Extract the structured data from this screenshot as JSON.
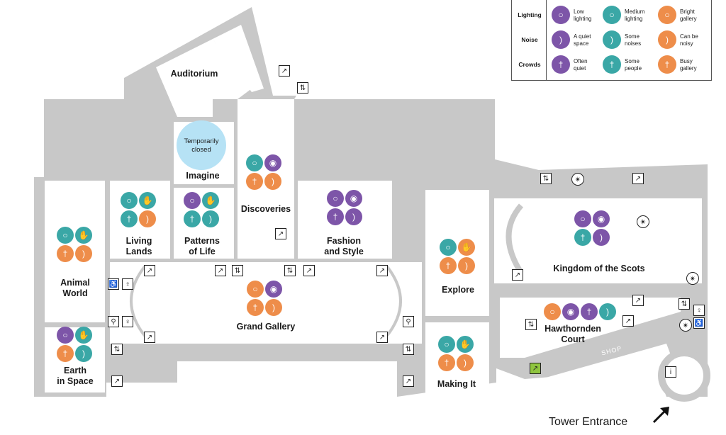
{
  "rooms": {
    "auditorium": "Auditorium",
    "imagine": "Imagine",
    "temporarily_closed": "Temporarily closed",
    "discoveries": "Discoveries",
    "living_lands": "Living\nLands",
    "patterns_of_life": "Patterns\nof Life",
    "fashion_and_style": "Fashion\nand Style",
    "animal_world": "Animal\nWorld",
    "grand_gallery": "Grand Gallery",
    "earth_in_space": "Earth\nin Space",
    "explore": "Explore",
    "kingdom_of_the_scots": "Kingdom of the Scots",
    "hawthornden_court": "Hawthornden\nCourt",
    "making_it": "Making It",
    "shop": "SHOP",
    "tower_entrance": "Tower Entrance"
  },
  "legend": {
    "rows": [
      {
        "category": "Lighting",
        "items": [
          {
            "text": "Low\nlighting",
            "color": "purple",
            "icon": "lightbulb-icon"
          },
          {
            "text": "Medium\nlighting",
            "color": "teal",
            "icon": "lightbulb-icon"
          },
          {
            "text": "Bright\ngallery",
            "color": "orange",
            "icon": "lightbulb-icon"
          }
        ]
      },
      {
        "category": "Noise",
        "items": [
          {
            "text": "A quiet\nspace",
            "color": "purple",
            "icon": "ear-icon"
          },
          {
            "text": "Some\nnoises",
            "color": "teal",
            "icon": "ear-icon"
          },
          {
            "text": "Can be\nnoisy",
            "color": "orange",
            "icon": "ear-icon"
          }
        ]
      },
      {
        "category": "Crowds",
        "items": [
          {
            "text": "Often\nquiet",
            "color": "purple",
            "icon": "people-icon"
          },
          {
            "text": "Some\npeople",
            "color": "teal",
            "icon": "people-icon"
          },
          {
            "text": "Busy\ngallery",
            "color": "orange",
            "icon": "people-icon"
          }
        ]
      }
    ]
  },
  "colors": {
    "purple": "#7d55a8",
    "teal": "#3aa7a6",
    "orange": "#ee8d4a",
    "floor": "#c8c8c8",
    "closed_circle": "#b6e2f5",
    "stairs_green": "#8fc53f"
  },
  "icons": {
    "stairs": "stairs-icon",
    "lift": "lift-icon",
    "escalator": "escalator-icon",
    "toilets": "toilets-icon",
    "baby_change": "baby-change-icon",
    "accessible": "accessible-icon",
    "info": "info-icon",
    "quiet_seat": "spiral-icon"
  }
}
